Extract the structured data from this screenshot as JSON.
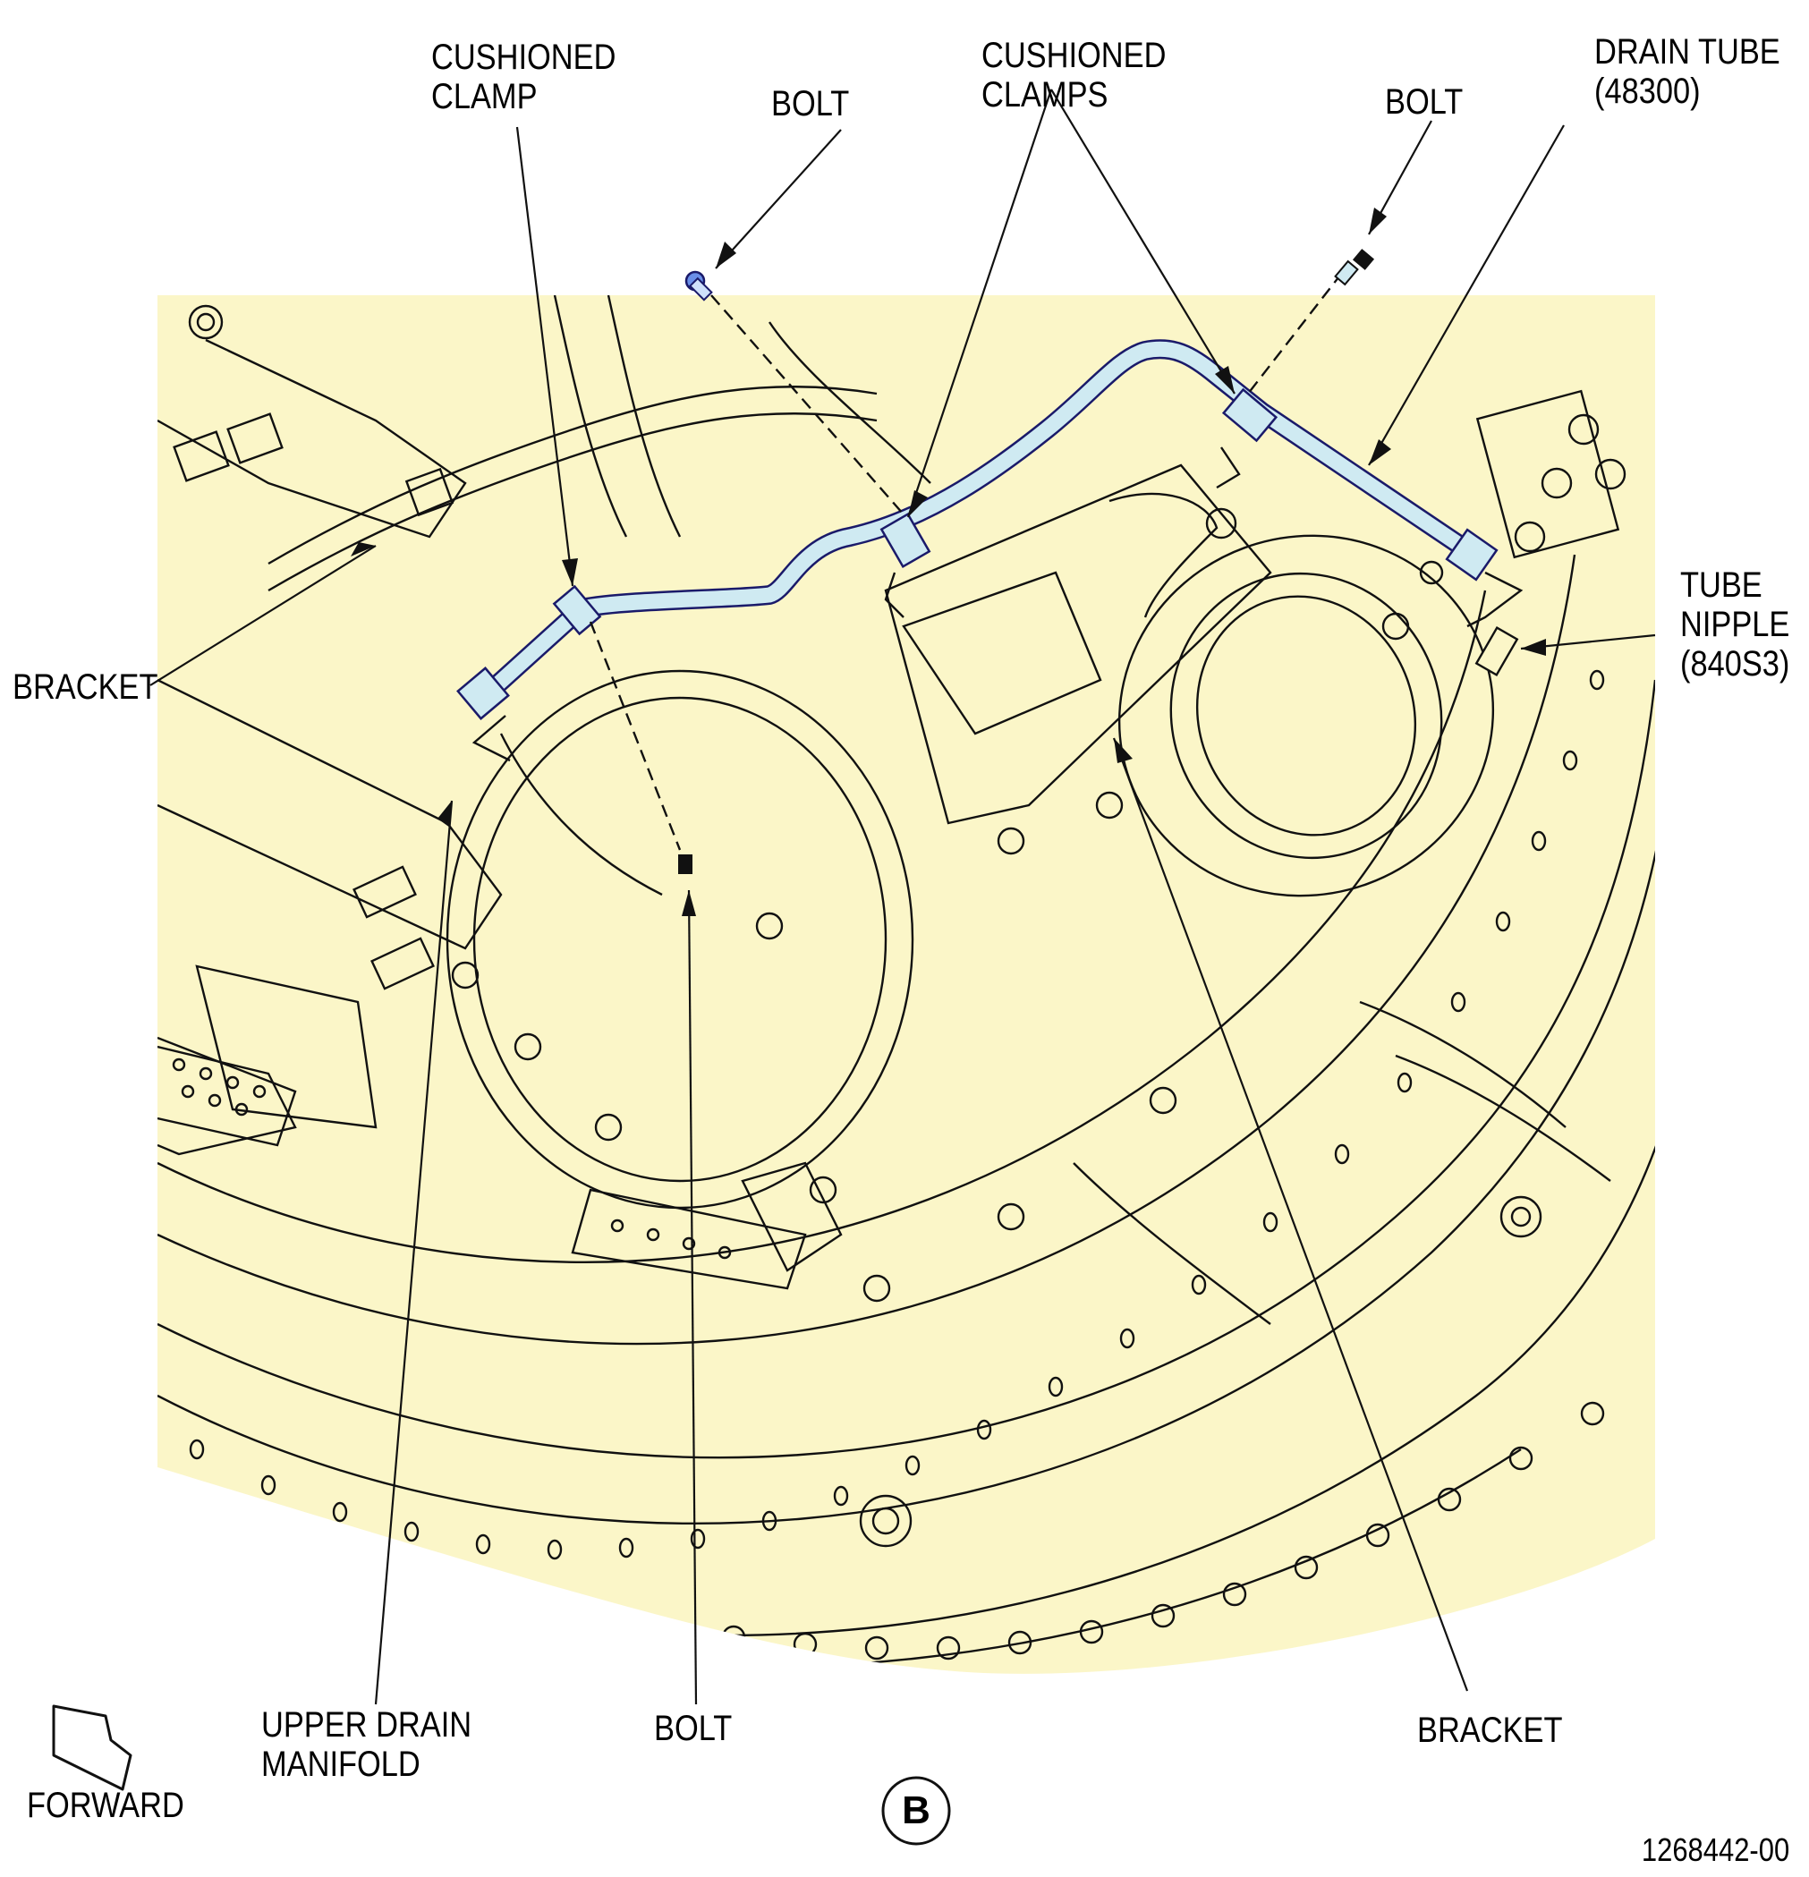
{
  "colors": {
    "background": "#ffffff",
    "illustration_fill": "#fbf6c8",
    "line_art": "#111111",
    "highlight_tube": "#cfeaf2",
    "highlight_outline": "#1a1a8a",
    "bolt_highlight": "#6a8fe8"
  },
  "labels": {
    "cushioned_clamp": [
      "CUSHIONED",
      "CLAMP"
    ],
    "bolt_top_left": "BOLT",
    "cushioned_clamps": [
      "CUSHIONED",
      "CLAMPS"
    ],
    "bolt_top_right": "BOLT",
    "drain_tube": [
      "DRAIN TUBE",
      "(48300)"
    ],
    "bracket_left": "BRACKET",
    "tube_nipple": [
      "TUBE",
      "NIPPLE",
      "(840S3)"
    ],
    "upper_drain_manifold": [
      "UPPER DRAIN",
      "MANIFOLD"
    ],
    "bolt_bottom": "BOLT",
    "bracket_bottom": "BRACKET",
    "forward": "FORWARD"
  },
  "view_id": "B",
  "figure_id": "1268442-00"
}
